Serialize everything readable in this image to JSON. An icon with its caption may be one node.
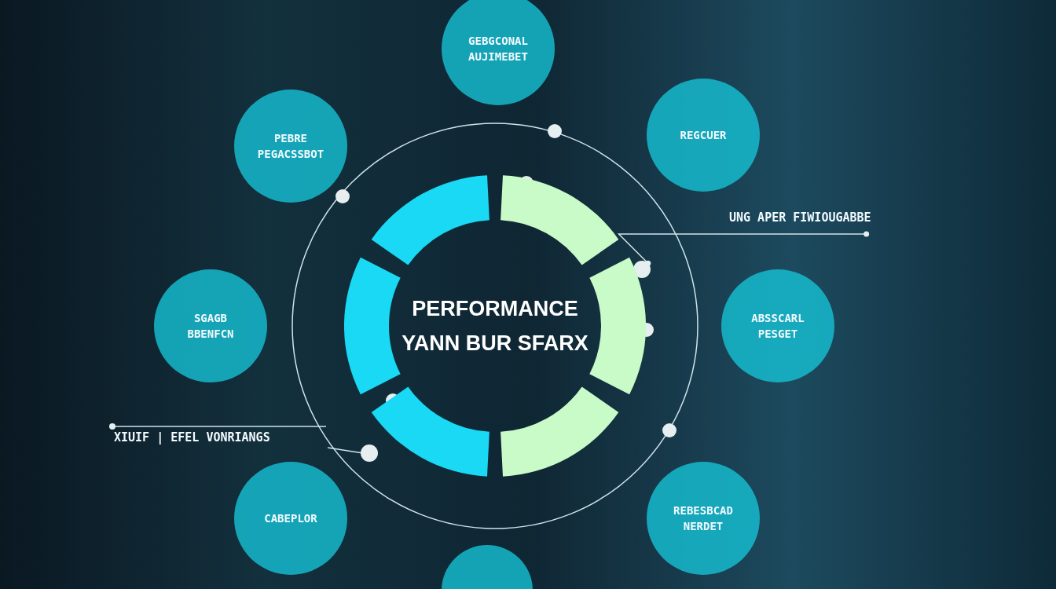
{
  "diagram": {
    "nodes": [
      {
        "text": [
          "GEBGCONAL AUJIMEBET"
        ]
      },
      {
        "text": [
          "REGCUER"
        ]
      },
      {
        "text": [
          "PEBRE PEGACSSBOT"
        ]
      },
      {
        "text": [
          "UNG APER FIWIOUGABBE"
        ]
      },
      {
        "text": [],
        "shape": "circle"
      },
      {
        "text": [
          "PERFORMANCE YANN BUR SFARX"
        ]
      },
      {
        "text": [
          "SGAGB BBENFCN"
        ]
      },
      {
        "text": [
          "ABSSCARL PESGET"
        ]
      },
      {
        "text": [
          "REBESBCAD NERDET"
        ]
      },
      {
        "text": [
          "CABEPLOR"
        ]
      },
      {
        "text": [],
        "shape": "circle"
      }
    ],
    "edges": [
      {
        "from": 3,
        "to": 4,
        "arrow": "other"
      }
    ],
    "labels": [
      "XIUIF | EFEL VONRIANGS"
    ]
  }
}
